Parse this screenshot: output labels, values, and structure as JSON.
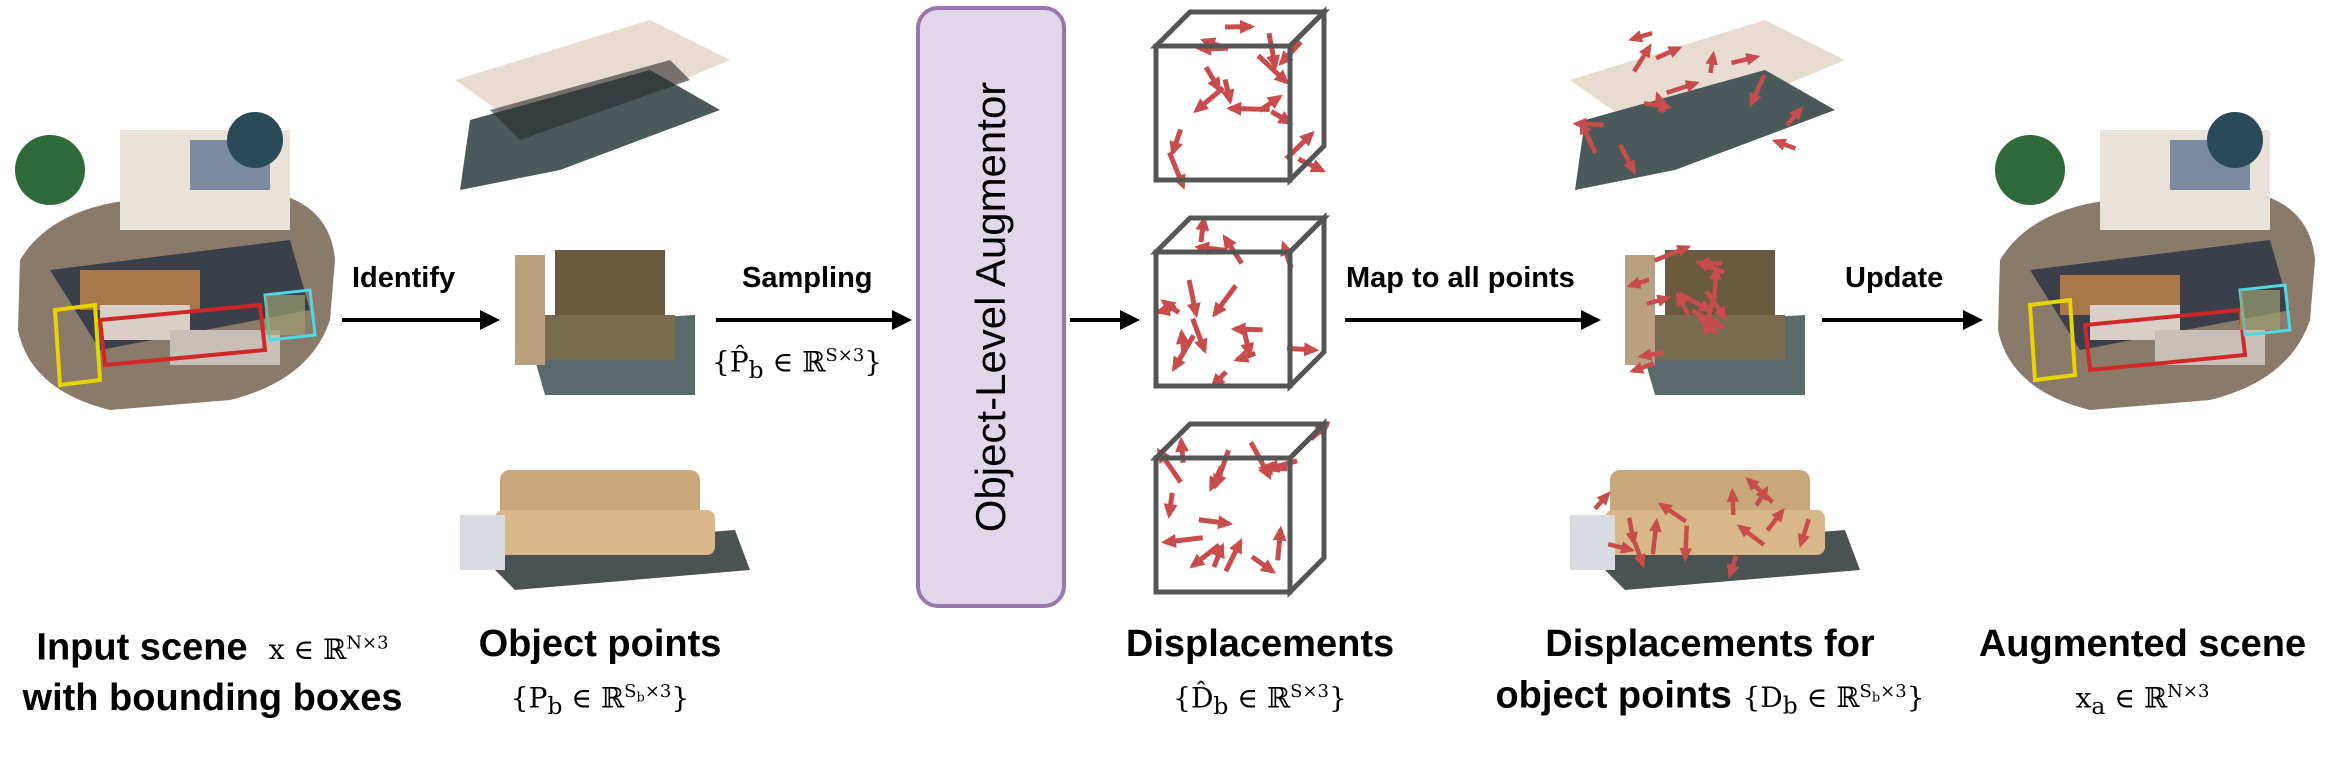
{
  "arrows": {
    "identify": "Identify",
    "sampling": "Sampling",
    "map": "Map to all points",
    "update": "Update"
  },
  "augmentor": {
    "label": "Object-Level Augmentor"
  },
  "sampling_formula": {
    "pre": "{",
    "var": "P̂",
    "sub": "b",
    "mid": " ∈ ℝ",
    "sup": "S×3",
    "post": "}"
  },
  "captions": {
    "input_scene": {
      "line1": "Input scene",
      "formula": "x ∈ ℝ",
      "sup": "N×3",
      "line2": "with bounding boxes"
    },
    "object_points": {
      "line1": "Object points",
      "formula": "{P",
      "sub": "b",
      "mid": " ∈ ℝ",
      "sup": "S",
      "supsub": "b",
      "sup2": "×3",
      "post": "}"
    },
    "displacements": {
      "line1": "Displacements",
      "formula": "{D̂",
      "sub": "b",
      "mid": " ∈ ℝ",
      "sup": "S×3",
      "post": "}"
    },
    "displacements_obj": {
      "line1": "Displacements for",
      "line2": "object points",
      "formula": "{D",
      "sub": "b",
      "mid": " ∈ ℝ",
      "sup": "S",
      "supsub": "b",
      "sup2": "×3",
      "post": "}"
    },
    "augmented_scene": {
      "line1": "Augmented scene",
      "formula": "x",
      "sub": "a",
      "mid": " ∈ ℝ",
      "sup": "N×3"
    }
  },
  "colors": {
    "arrow": "#c94c4c",
    "cube_edge": "#555555",
    "augmentor_fill": "#e2d6eb",
    "augmentor_border": "#9a76ae",
    "box_yellow": "#e8d400",
    "box_cyan": "#4fd9e6",
    "box_red": "#d02828"
  },
  "icons": [
    "scene-pointcloud",
    "table-pointcloud",
    "armchair-pointcloud",
    "sofa-pointcloud",
    "displacement-cube"
  ]
}
